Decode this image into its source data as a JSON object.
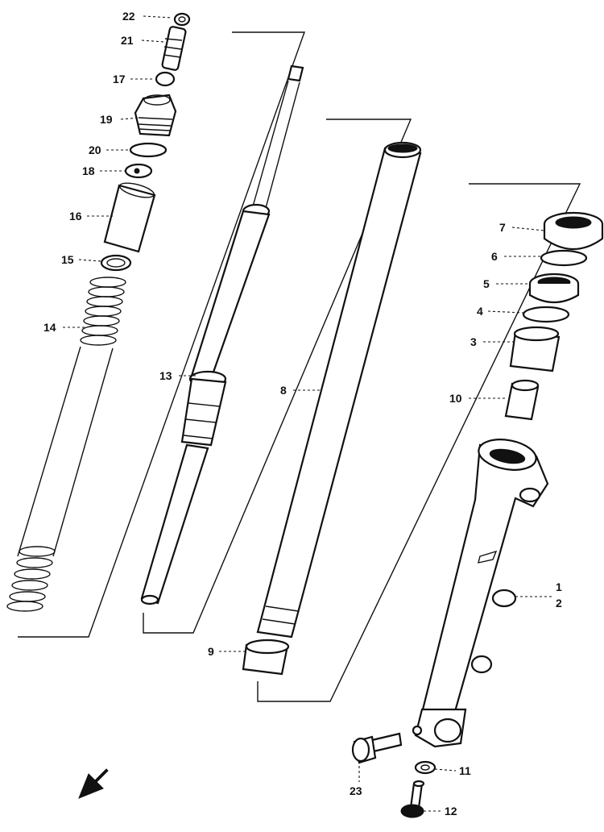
{
  "labels": {
    "l22": "22",
    "l21": "21",
    "l17": "17",
    "l19": "19",
    "l20": "20",
    "l18": "18",
    "l16": "16",
    "l15": "15",
    "l14": "14",
    "l13": "13",
    "l8": "8",
    "l9": "9",
    "l7": "7",
    "l6": "6",
    "l5": "5",
    "l4": "4",
    "l3": "3",
    "l10": "10",
    "l1": "1",
    "l2": "2",
    "l11": "11",
    "l23": "23",
    "l12": "12"
  },
  "icons": {
    "front_arrow": "arrow-down-left-icon"
  }
}
